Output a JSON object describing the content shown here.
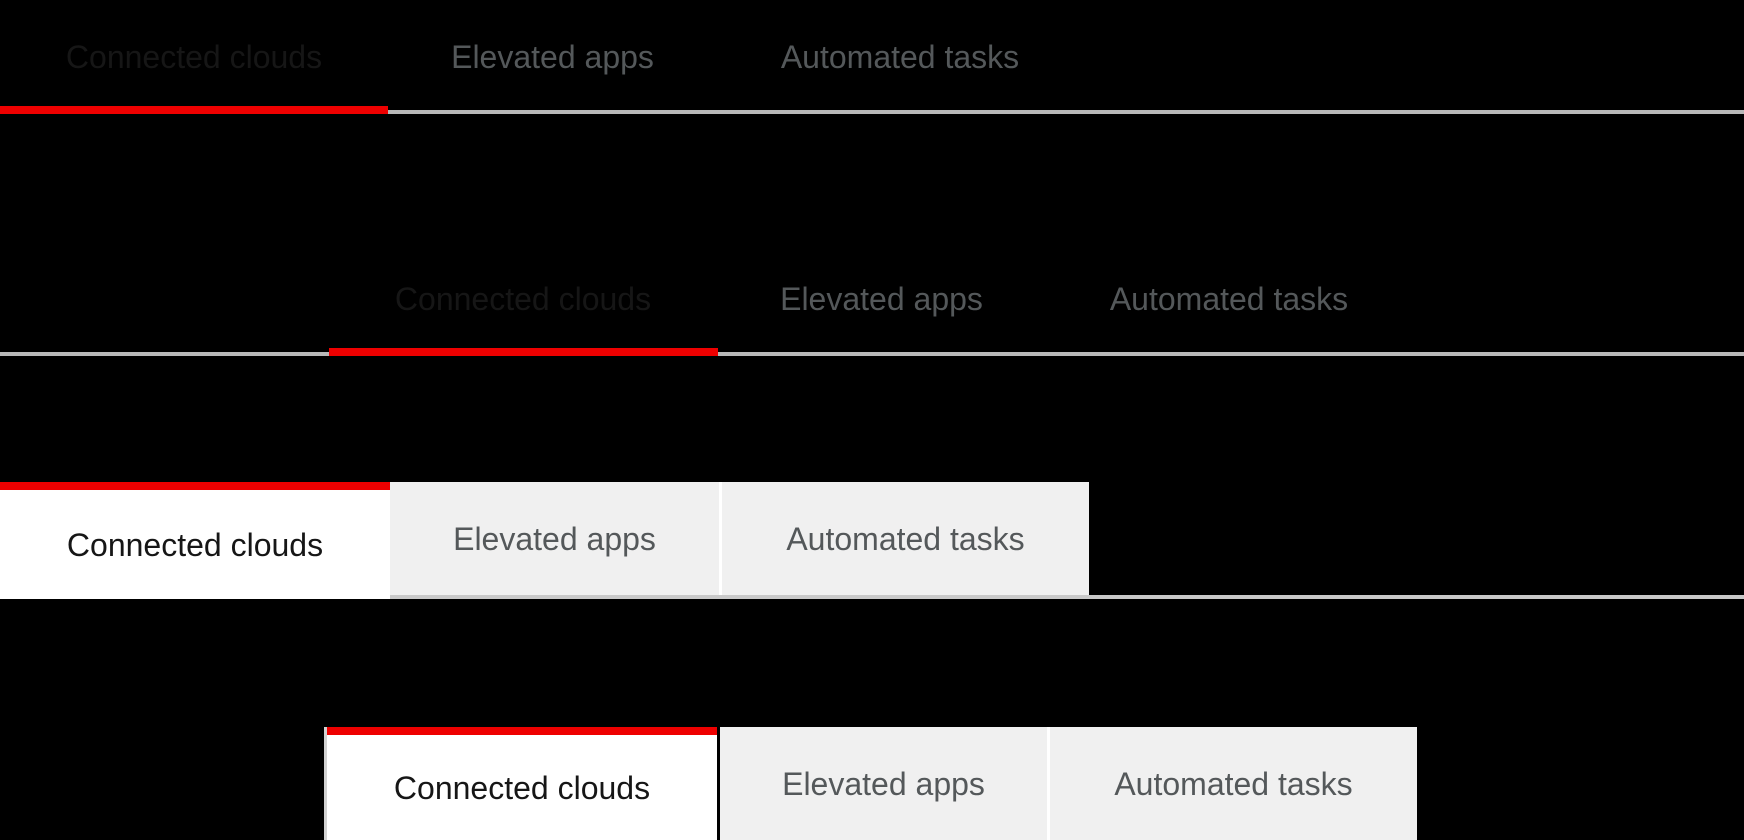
{
  "colors": {
    "page-bg": "#000000",
    "accent-red": "#ee0000",
    "underline-gray": "#b8b8b8",
    "box-line-gray": "#c9c9c9",
    "box-inactive-bg": "#f0f0f0",
    "box-active-bg": "#ffffff",
    "box-border": "#d2d2d2",
    "active-text": "#161616",
    "inactive-text": "#54585a"
  },
  "tab_groups": [
    {
      "name": "underline tabs flush left",
      "style": "underline",
      "active_tab": "Connected clouds",
      "tabs": [
        {
          "label": "Connected clouds",
          "active": true
        },
        {
          "label": "Elevated apps",
          "active": false
        },
        {
          "label": "Automated tasks",
          "active": false
        }
      ]
    },
    {
      "name": "underline tabs inset",
      "style": "underline",
      "active_tab": "Connected clouds",
      "tabs": [
        {
          "label": "Connected clouds",
          "active": true
        },
        {
          "label": "Elevated apps",
          "active": false
        },
        {
          "label": "Automated tasks",
          "active": false
        }
      ]
    },
    {
      "name": "box tabs flush left",
      "style": "box",
      "active_tab": "Connected clouds",
      "tabs": [
        {
          "label": "Connected clouds",
          "active": true
        },
        {
          "label": "Elevated apps",
          "active": false
        },
        {
          "label": "Automated tasks",
          "active": false
        }
      ]
    },
    {
      "name": "box tabs inset",
      "style": "box",
      "active_tab": "Connected clouds",
      "tabs": [
        {
          "label": "Connected clouds",
          "active": true
        },
        {
          "label": "Elevated apps",
          "active": false
        },
        {
          "label": "Automated tasks",
          "active": false
        }
      ]
    }
  ]
}
